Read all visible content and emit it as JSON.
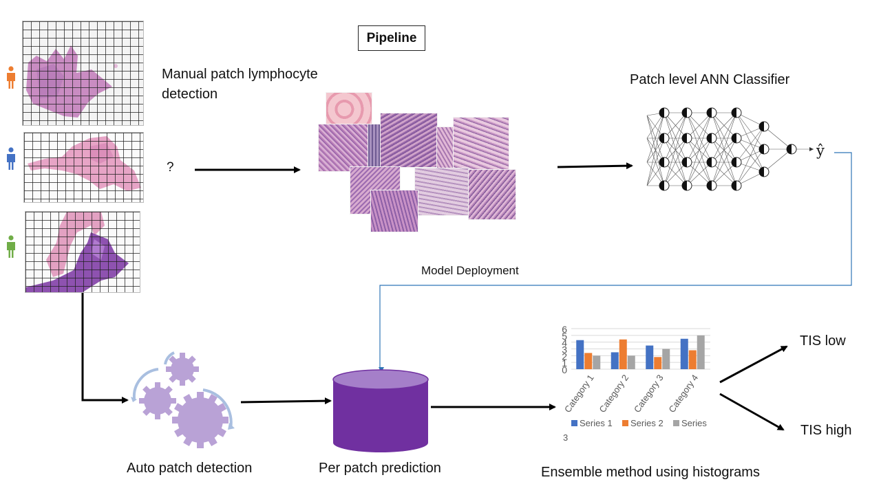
{
  "title": "Pipeline",
  "stages": {
    "manual": "Manual patch lymphocyte detection",
    "question": "?",
    "ann": "Patch level ANN Classifier",
    "yhat": "ŷ",
    "deployment": "Model Deployment",
    "auto": "Auto patch detection",
    "per_patch": "Per patch prediction",
    "ensemble": "Ensemble method using histograms",
    "tis_low": "TIS low",
    "tis_high": "TIS high"
  },
  "annotators": [
    "orange-person-icon",
    "blue-person-icon",
    "green-person-icon"
  ],
  "colors": {
    "person_orange": "#ED7D31",
    "person_blue": "#4472C4",
    "person_green": "#70AD47",
    "gear": "#B9A2D6",
    "cylinder": "#7030A0",
    "cylinder_top": "#A57FC9",
    "deploy_line": "#2E75B6"
  },
  "chart_data": {
    "type": "bar",
    "categories": [
      "Category 1",
      "Category 2",
      "Category 3",
      "Category 4"
    ],
    "series": [
      {
        "name": "Series 1",
        "values": [
          4.3,
          2.5,
          3.5,
          4.5
        ],
        "color": "#4472C4"
      },
      {
        "name": "Series 2",
        "values": [
          2.4,
          4.4,
          1.8,
          2.8
        ],
        "color": "#ED7D31"
      },
      {
        "name": "Series 3",
        "values": [
          2.0,
          2.0,
          3.0,
          5.0
        ],
        "color": "#A5A5A5"
      }
    ],
    "yticks": [
      "0",
      "1",
      "2",
      "3",
      "4",
      "5",
      "6"
    ],
    "ylim": [
      0,
      6
    ],
    "legend_position": "bottom",
    "grid": true
  }
}
